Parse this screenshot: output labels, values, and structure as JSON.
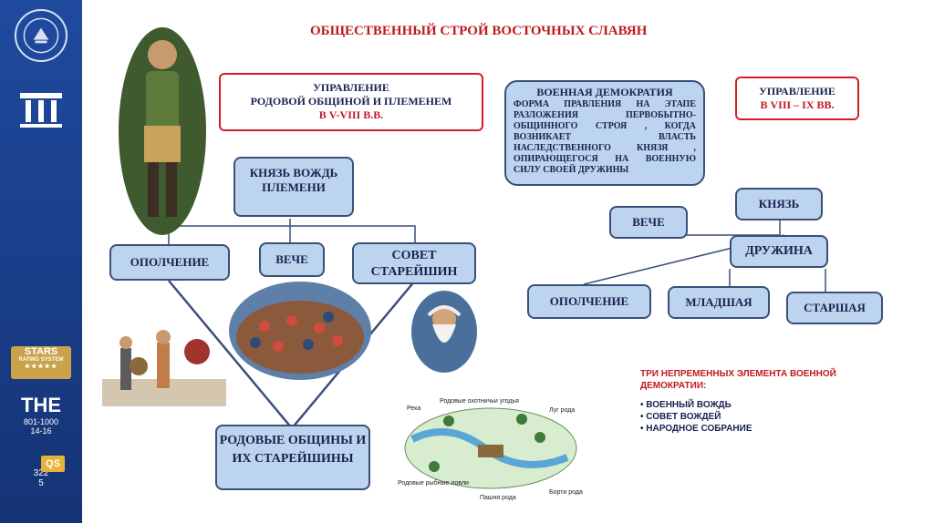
{
  "title": "ОБЩЕСТВЕННЫЙ СТРОЙ ВОСТОЧНЫХ СЛАВЯН",
  "sidebar": {
    "qs_stars": {
      "name": "STARS",
      "sub": "RATING SYSTEM",
      "stars": "★★★★★"
    },
    "the": {
      "logo": "THE",
      "rank": "801-1000",
      "sub": "14-16"
    },
    "qs_rank": {
      "logo": "QS",
      "rank": "322",
      "sub": "5"
    }
  },
  "left_heading": {
    "line1": "УПРАВЛЕНИЕ",
    "line2": "РОДОВОЙ ОБЩИНОЙ И ПЛЕМЕНЕМ",
    "period": "В V-VIII В.В."
  },
  "right_heading": {
    "line1": "УПРАВЛЕНИЕ",
    "period": "В VIII – IX ВВ."
  },
  "left_tree": {
    "prince": "КНЯЗЬ ВОЖДЬ ПЛЕМЕНИ",
    "militia": "ОПОЛЧЕНИЕ",
    "veche": "ВЕЧЕ",
    "council": "СОВЕТ СТАРЕЙШИН",
    "clans": "РОДОВЫЕ ОБЩИНЫ И ИХ СТАРЕЙШИНЫ"
  },
  "military_democracy": {
    "title": "ВОЕННАЯ ДЕМОКРАТИЯ",
    "text": "ФОРМА ПРАВЛЕНИЯ НА ЭТАПЕ РАЗЛОЖЕНИЯ ПЕРВОБЫТНО-ОБЩИННОГО СТРОЯ , КОГДА ВОЗНИКАЕТ ВЛАСТЬ НАСЛЕДСТВЕННОГО КНЯЗЯ , ОПИРАЮЩЕГОСЯ НА ВОЕННУЮ СИЛУ СВОЕЙ ДРУЖИНЫ"
  },
  "right_tree": {
    "veche": "ВЕЧЕ",
    "prince": "КНЯЗЬ",
    "druzhina": "ДРУЖИНА",
    "militia": "ОПОЛЧЕНИЕ",
    "junior": "МЛАДШАЯ",
    "senior": "СТАРШАЯ"
  },
  "map_labels": {
    "river": "Река",
    "hunting": "Родовые охотничьи угодья",
    "meadow": "Луг рода",
    "fishing": "Родовые рыбные ловли",
    "field": "Пашня рода",
    "bee": "Борти рода"
  },
  "note": {
    "title": "ТРИ НЕПРЕМЕННЫХ ЭЛЕМЕНТА ВОЕННОЙ ДЕМОКРАТИИ:",
    "items": [
      "ВОЕННЫЙ ВОЖДЬ",
      "СОВЕТ ВОЖДЕЙ",
      "НАРОДНОЕ СОБРАНИЕ"
    ]
  },
  "colors": {
    "sidebar": "#1f4a9e",
    "accent_red": "#c0181f",
    "box_fill": "#bcd4ee",
    "box_border": "#3a4f7a",
    "text_dark": "#1a2250"
  }
}
